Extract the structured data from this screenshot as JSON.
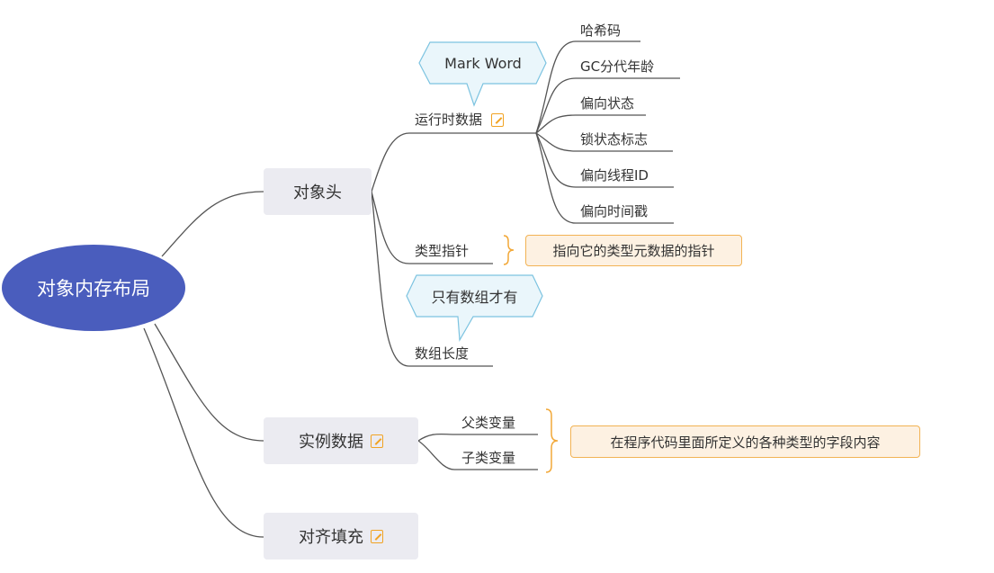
{
  "root": {
    "label": "对象内存布局"
  },
  "branches": {
    "header": {
      "label": "对象头",
      "runtime": {
        "label": "运行时数据",
        "callout": "Mark Word",
        "children": [
          "哈希码",
          "GC分代年龄",
          "偏向状态",
          "锁状态标志",
          "偏向线程ID",
          "偏向时间戳"
        ]
      },
      "type_pointer": {
        "label": "类型指针",
        "summary": "指向它的类型元数据的指针"
      },
      "array_length": {
        "label": "数组长度",
        "callout": "只有数组才有"
      }
    },
    "instance": {
      "label": "实例数据",
      "children": [
        "父类变量",
        "子类变量"
      ],
      "summary": "在程序代码里面所定义的各种类型的字段内容"
    },
    "padding": {
      "label": "对齐填充"
    }
  },
  "colors": {
    "root_fill": "#4a5dbd",
    "topic_fill": "#ebebf1",
    "callout_fill": "#eaf6fb",
    "callout_stroke": "#7cc3e0",
    "summary_fill": "#fdf1e2",
    "summary_stroke": "#f2b354",
    "connector": "#555555"
  },
  "icons": {
    "note": "note-icon"
  }
}
